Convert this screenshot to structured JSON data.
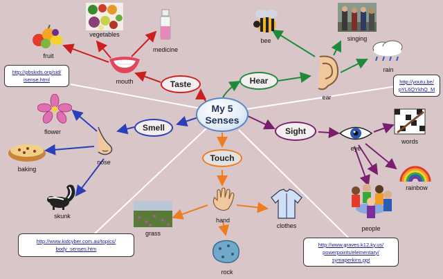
{
  "center": {
    "line1": "My 5",
    "line2": "Senses"
  },
  "senses": {
    "taste": "Taste",
    "hear": "Hear",
    "smell": "Smell",
    "sight": "Sight",
    "touch": "Touch"
  },
  "items": {
    "vegetables": "vegetables",
    "fruit": "fruit",
    "medicine": "medicine",
    "mouth": "mouth",
    "bee": "bee",
    "singing": "singing",
    "rain": "rain",
    "ear": "ear",
    "flower": "flower",
    "baking": "baking",
    "nose": "nose",
    "skunk": "skunk",
    "eye": "eye",
    "words": "words",
    "rainbow": "rainbow",
    "people": "people",
    "hand": "hand",
    "grass": "grass",
    "clothes": "clothes",
    "rock": "rock"
  },
  "links": {
    "pbskids": {
      "line1": "http://pbskids.org/sid/",
      "line2": "isense.html"
    },
    "youtu": {
      "line1": "http://youtu.be/",
      "line2": "pYL6QYkhQ_M"
    },
    "kidcyber": {
      "line1": "http://www.kidcyber.com.au/topics/",
      "line2": "body_senses.htm"
    },
    "graves": {
      "line1": "http://www.graves.k12.ky.us/",
      "line2": "powerpoints/elementary/",
      "line3": "symaperkins.ppt"
    }
  },
  "colors": {
    "taste": "#cc1f1f",
    "hear": "#1f8a3a",
    "smell": "#2b3fb8",
    "sight": "#7a1f6e",
    "touch": "#ee7d22",
    "center": "#5b86c5",
    "link_lines": "#ffffff"
  }
}
